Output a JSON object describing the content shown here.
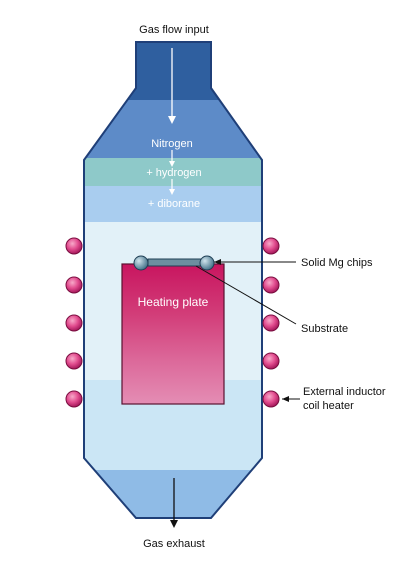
{
  "labels": {
    "gas_flow_input": "Gas flow input",
    "gas_exhaust": "Gas exhaust",
    "nitrogen": "Nitrogen",
    "hydrogen": "+ hydrogen",
    "diborane": "+ diborane",
    "heating_plate": "Heating plate",
    "solid_mg_chips": "Solid Mg chips",
    "substrate": "Substrate",
    "inductor_line1": "External inductor",
    "inductor_line2": "coil heater"
  },
  "colors": {
    "tube_outline": "#1f3f78",
    "gas_dark": "#2f5f9f",
    "gas_mid": "#5d8bc8",
    "gas_teal": "#8ec9c9",
    "gas_light": "#a9cdef",
    "chamber_pale": "#d9ecf7",
    "heating_plate_top": "#c8155f",
    "heating_plate_bottom": "#e58bb4",
    "coil_ring": "#b01860",
    "coil_fill": "#e85a9a",
    "mg_chip": "#5b8fa8"
  },
  "coil_rows": 5
}
